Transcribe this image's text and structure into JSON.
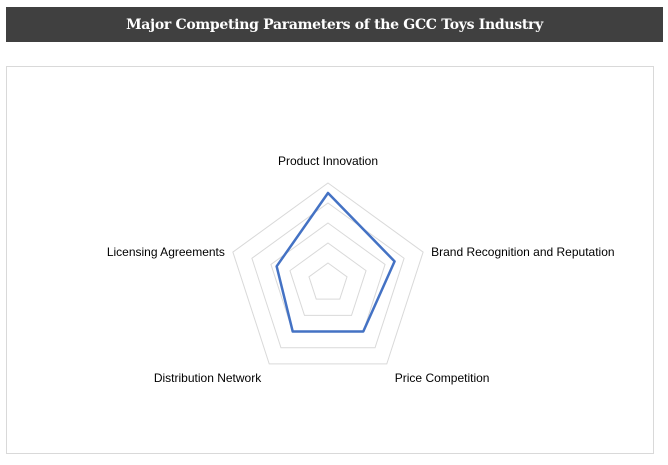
{
  "header": {
    "title": "Major Competing Parameters of the GCC Toys Industry"
  },
  "chart_data": {
    "type": "radar",
    "title": "",
    "categories": [
      "Product Innovation",
      "Brand Recognition and Reputation",
      "Price Competition",
      "Distribution Network",
      "Licensing Agreements"
    ],
    "values": [
      4.5,
      3.5,
      3,
      3,
      2.7
    ],
    "rlim": [
      0,
      5
    ],
    "rings": 5,
    "grid": true,
    "line_color": "#4472c4",
    "grid_color": "#d9d9d9"
  }
}
